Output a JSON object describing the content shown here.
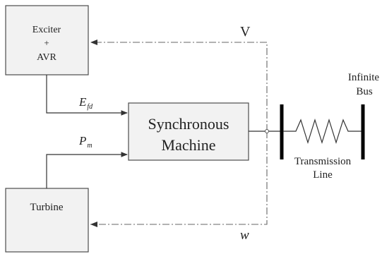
{
  "blocks": {
    "exciter": {
      "line1": "Exciter",
      "line2": "+",
      "line3": "AVR"
    },
    "synchronous_machine": {
      "line1": "Synchronous",
      "line2": "Machine"
    },
    "turbine": {
      "label": "Turbine"
    }
  },
  "signals": {
    "efd_main": "E",
    "efd_sub": "fd",
    "pm_main": "P",
    "pm_sub": "m",
    "voltage": "V",
    "speed": "w"
  },
  "network": {
    "transmission_line_1": "Transmission",
    "transmission_line_2": "Line",
    "infinite_bus_1": "Infinite",
    "infinite_bus_2": "Bus"
  }
}
